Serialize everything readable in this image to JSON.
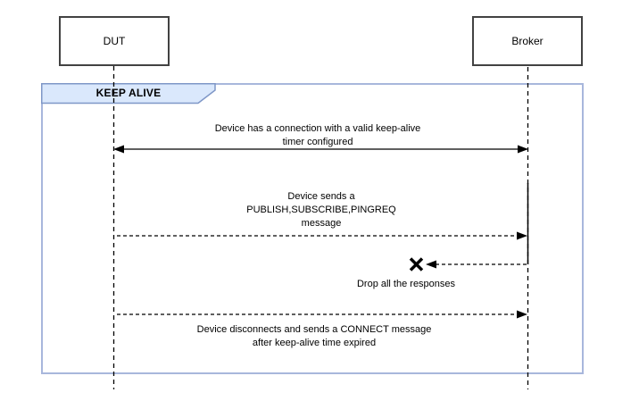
{
  "diagram": {
    "title_frame": {
      "label": "KEEP ALIVE"
    },
    "actors": [
      {
        "label": "DUT"
      },
      {
        "label": "Broker"
      }
    ],
    "messages": [
      {
        "text": "Device has a connection with a valid keep-alive\ntimer configured",
        "style": "solid",
        "direction": "bidirectional"
      },
      {
        "text": "Device sends a\nPUBLISH,SUBSCRIBE,PINGREQ\nmessage",
        "style": "dashed",
        "direction": "dut-to-broker"
      },
      {
        "text": "Drop all the responses",
        "style": "dashed-lost",
        "direction": "broker-to-dut"
      },
      {
        "text": "Device disconnects and sends a CONNECT message\nafter keep-alive time expired",
        "style": "dashed",
        "direction": "dut-to-broker"
      }
    ],
    "colors": {
      "tab_fill": "#dae8fc",
      "tab_stroke": "#7f97c7",
      "frame_border": "#a8b7dc",
      "actor_border": "#424242",
      "line": "#000000"
    }
  }
}
